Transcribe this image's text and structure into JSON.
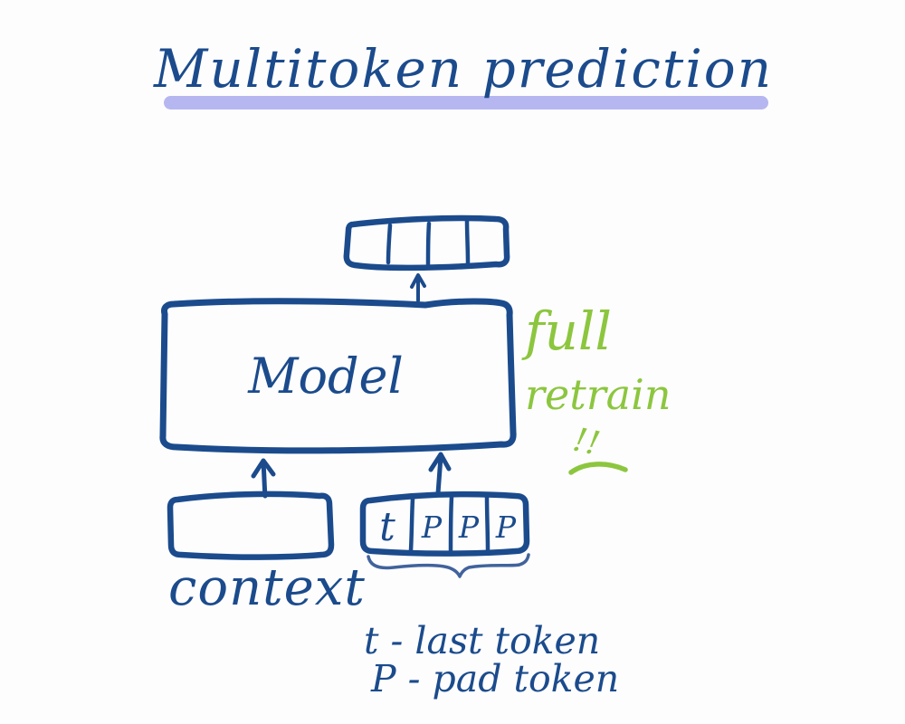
{
  "title": {
    "text": "Multitoken prediction"
  },
  "colors": {
    "ink_blue": "#1b4b8c",
    "underline_lavender": "#b6b7f0",
    "annotation_green": "#8cc63e",
    "background": "#fdfdfe"
  },
  "model": {
    "label": "Model"
  },
  "context_input": {
    "label": "context"
  },
  "output_strip": {
    "cell_count": 4,
    "cells": [
      "",
      "",
      "",
      ""
    ]
  },
  "input_strip": {
    "cells": [
      "t",
      "P",
      "P",
      "P"
    ]
  },
  "annotation": {
    "line1": "full",
    "line2": "retrain",
    "emphasis": "!!"
  },
  "legend": {
    "line1": "t - last token",
    "line2": "P - pad token"
  }
}
